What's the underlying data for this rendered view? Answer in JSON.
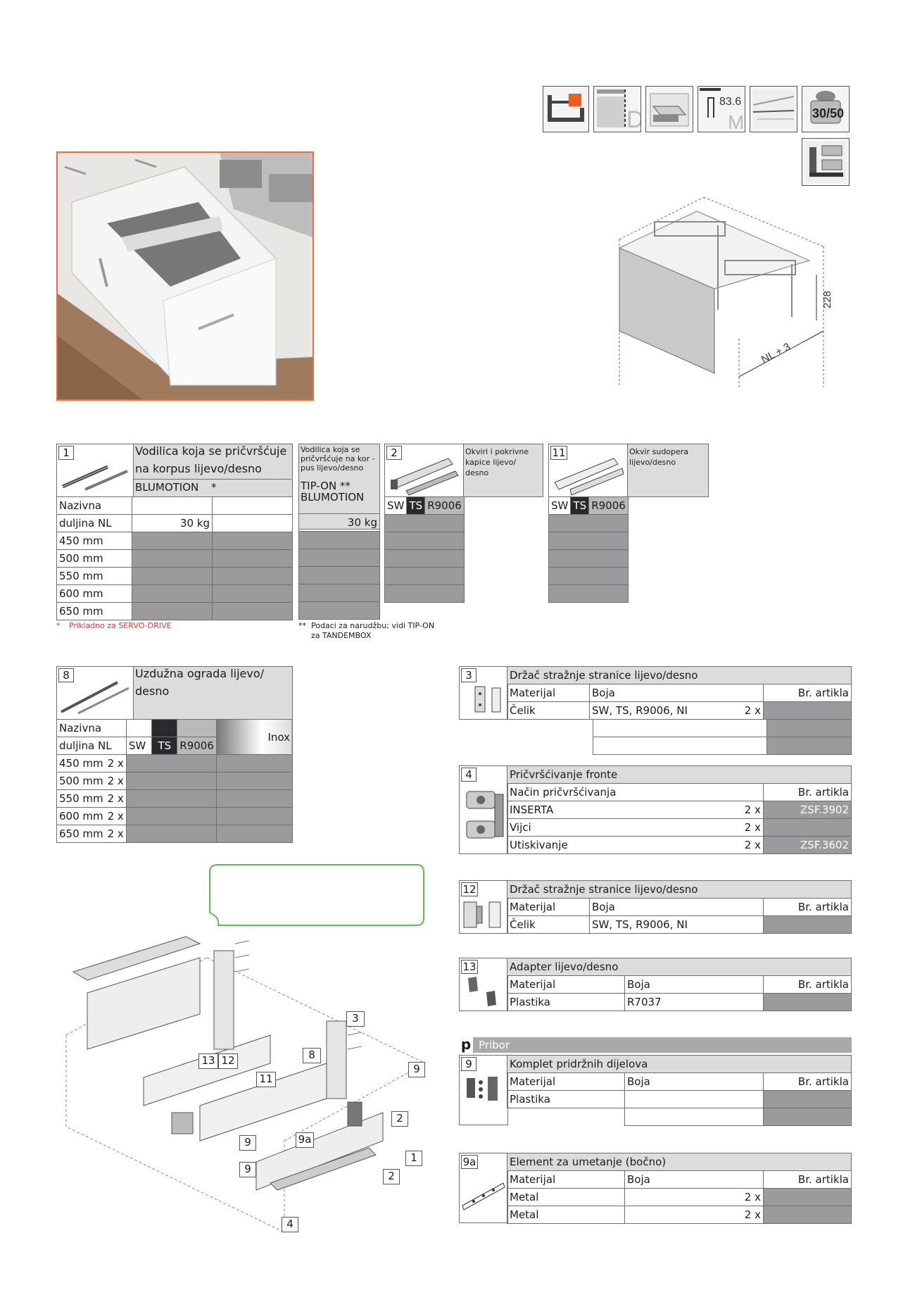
{
  "icons": {
    "ic1": "drawer-profile-orange-icon",
    "ic2": "drawer-height-D-icon",
    "ic3": "drawer-open-icon",
    "ic4": "side-height-M-icon",
    "ic4_value": "83.6",
    "ic4_letter": "M",
    "ic2_letter": "D",
    "ic5": "cabinet-rail-icon",
    "ic6": "load-capacity-icon",
    "ic6_value": "30/50",
    "ic7": "inner-drawer-icon"
  },
  "drawing": {
    "height": "228",
    "width": "NL + 3"
  },
  "t1": {
    "num": "1",
    "title1": "Vodilica koja se pričvršćuje",
    "title2": "na korpus lijevo/desno",
    "sub": "BLUMOTION",
    "star": "*",
    "label1": "Nazivna",
    "label2": "duljina NL",
    "load": "30 kg",
    "rows": [
      "450 mm",
      "500 mm",
      "550 mm",
      "600 mm",
      "650 mm"
    ],
    "footnote_mark": "*",
    "footnote": "Prikladno za SERVO-DRIVE"
  },
  "t1b": {
    "title": "Vodilica koja se pričvršćuje na kor - pus lijevo/desno",
    "sub1": "TIP-ON **",
    "sub2": "BLUMOTION",
    "load": "30 kg",
    "footnote_mark": "**",
    "footnote1": "Podaci za narudžbu; vidi TIP-ON",
    "footnote2": "za TANDEMBOX"
  },
  "t2": {
    "num": "2",
    "title": "Okviri i pokrivne kapice lijevo/ desno",
    "sw": "SW",
    "ts": "TS",
    "r9": "R9006"
  },
  "t11": {
    "num": "11",
    "title": "Okvir sudopera lijevo/desno",
    "sw": "SW",
    "ts": "TS",
    "r9": "R9006"
  },
  "t8": {
    "num": "8",
    "title1": "Uzdužna ograda lijevo/",
    "title2": "desno",
    "label1": "Nazivna",
    "label2": "duljina NL",
    "sw": "SW",
    "ts": "TS",
    "r9": "R9006",
    "inox": "Inox",
    "rows": [
      {
        "len": "450 mm",
        "q": "2 x"
      },
      {
        "len": "500 mm",
        "q": "2 x"
      },
      {
        "len": "550 mm",
        "q": "2 x"
      },
      {
        "len": "600 mm",
        "q": "2 x"
      },
      {
        "len": "650 mm",
        "q": "2 x"
      }
    ]
  },
  "t3": {
    "num": "3",
    "title": "Držač stražnje stranice lijevo/desno",
    "h1": "Materijal",
    "h2": "Boja",
    "h3": "Br. artikla",
    "r1c1": "Čelik",
    "r1c2": "SW, TS, R9006, NI",
    "r1q": "2 x"
  },
  "t4": {
    "num": "4",
    "title": "Pričvršćivanje fronte",
    "h1": "Način pričvršćivanja",
    "h3": "Br. artikla",
    "rows": [
      {
        "name": "INSERTA",
        "q": "2 x",
        "art": "ZSF.3902"
      },
      {
        "name": "Vijci",
        "q": "2 x",
        "art": ""
      },
      {
        "name": "Utiskivanje",
        "q": "2 x",
        "art": "ZSF.3602"
      }
    ]
  },
  "t12": {
    "num": "12",
    "title": "Držač stražnje stranice lijevo/desno",
    "h1": "Materijal",
    "h2": "Boja",
    "h3": "Br. artikla",
    "r1c1": "Čelik",
    "r1c2": "SW, TS, R9006, NI"
  },
  "t13": {
    "num": "13",
    "title": "Adapter lijevo/desno",
    "h1": "Materijal",
    "h2": "Boja",
    "h3": "Br. artikla",
    "r1c1": "Plastika",
    "r1c2": "R7037"
  },
  "pribor": {
    "p": "p",
    "label": "Pribor"
  },
  "t9": {
    "num": "9",
    "title": "Komplet pridržnih dijelova",
    "h1": "Materijal",
    "h2": "Boja",
    "h3": "Br. artikla",
    "r1c1": "Plastika"
  },
  "t9a": {
    "num": "9a",
    "title": "Element za umetanje (bočno)",
    "h1": "Materijal",
    "h2": "Boja",
    "h3": "Br. artikla",
    "r1c1": "Metal",
    "r1q": "2 x",
    "r2c1": "Metal",
    "r2q": "2 x"
  },
  "exploded": {
    "labels": [
      {
        "id": "3",
        "text": "3"
      },
      {
        "id": "8",
        "text": "8"
      },
      {
        "id": "13",
        "text": "13"
      },
      {
        "id": "12",
        "text": "12"
      },
      {
        "id": "11",
        "text": "11"
      },
      {
        "id": "9a",
        "text": "9"
      },
      {
        "id": "2a",
        "text": "2"
      },
      {
        "id": "9b",
        "text": "9"
      },
      {
        "id": "9aa",
        "text": "9a"
      },
      {
        "id": "1",
        "text": "1"
      },
      {
        "id": "9c",
        "text": "9"
      },
      {
        "id": "2b",
        "text": "2"
      },
      {
        "id": "4",
        "text": "4"
      }
    ]
  }
}
